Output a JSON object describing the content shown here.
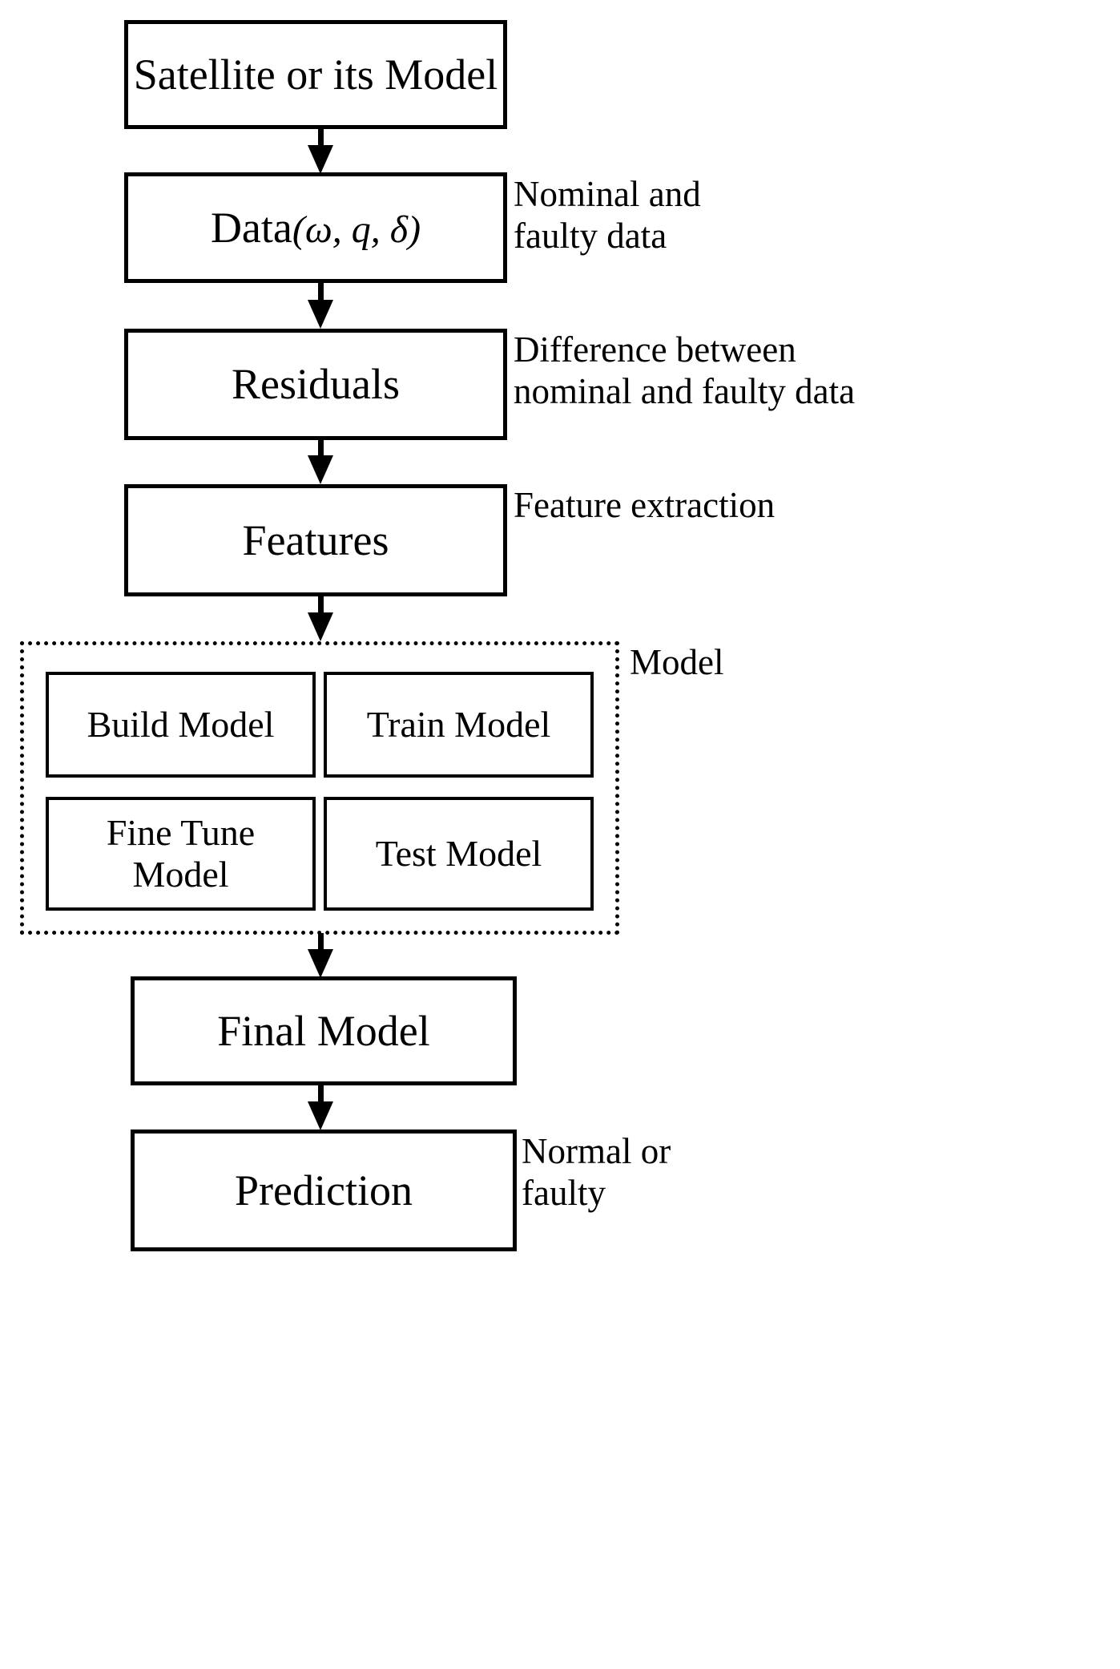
{
  "diagram": {
    "title": "Satellite fault detection workflow flowchart",
    "nodes": {
      "satellite": "Satellite or its Model",
      "data": "Data",
      "data_symbols": "(ω,  q,  δ)",
      "data_full": "Data (ω,  q,  δ)",
      "residuals": "Residuals",
      "features": "Features",
      "build_model": "Build Model",
      "train_model": "Train Model",
      "fine_tune_model": "Fine Tune\nModel",
      "test_model": "Test Model",
      "final_model": "Final Model",
      "prediction": "Prediction"
    },
    "annotations": {
      "data": "Nominal and\nfaulty data",
      "residuals": "Difference between\nnominal and faulty data",
      "features": "Feature extraction",
      "model_group": "Model",
      "prediction": "Normal or\nfaulty"
    },
    "symbols": {
      "omega": "ω",
      "q": "q",
      "delta": "δ",
      "open_paren": "(",
      "close_paren": ")",
      "comma": ","
    },
    "edges": [
      {
        "from": "satellite",
        "to": "data"
      },
      {
        "from": "data",
        "to": "residuals"
      },
      {
        "from": "residuals",
        "to": "features"
      },
      {
        "from": "features",
        "to": "model_group"
      },
      {
        "from": "model_group",
        "to": "final_model"
      },
      {
        "from": "final_model",
        "to": "prediction"
      }
    ],
    "colors": {
      "stroke": "#000000",
      "fill": "#ffffff",
      "text": "#000000"
    },
    "group_border_style": "dotted"
  }
}
